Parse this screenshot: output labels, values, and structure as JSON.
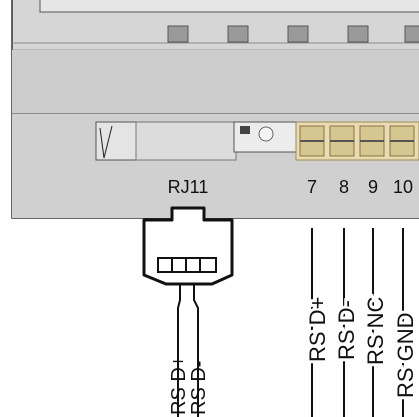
{
  "device": {
    "rj11_label": "RJ11",
    "terminal_numbers": [
      "7",
      "8",
      "9",
      "10"
    ]
  },
  "rj11_wires": [
    {
      "label": "RS D+"
    },
    {
      "label": "RS D-"
    }
  ],
  "terminal_wires": [
    {
      "label": "RS D+"
    },
    {
      "label": "RS D-"
    },
    {
      "label": "RS NC"
    },
    {
      "label": "RS GND"
    }
  ],
  "colors": {
    "housing": "#d8d8d8",
    "housing_dark": "#b9b9b9",
    "outline": "#333333",
    "terminal_block": "#e9dcb4"
  }
}
